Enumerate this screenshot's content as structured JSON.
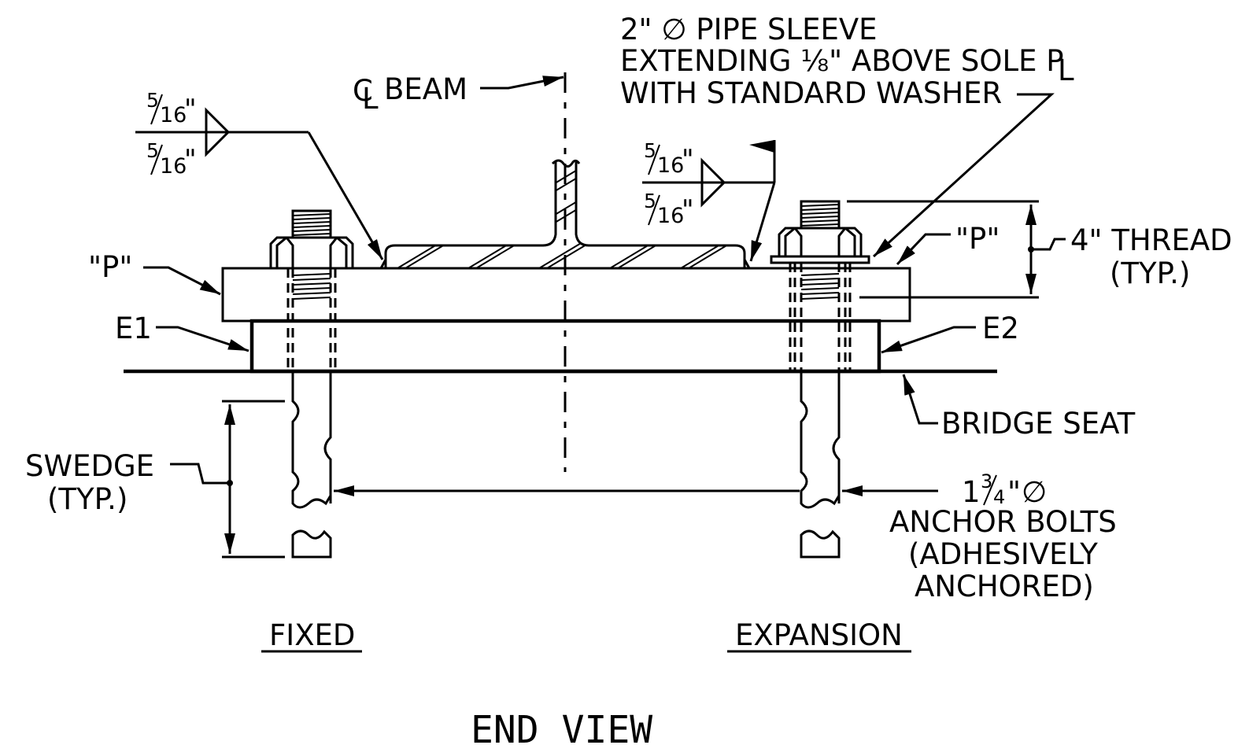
{
  "labels": {
    "pipe_sleeve_1": "2\" ∅ PIPE SLEEVE",
    "pipe_sleeve_2": "EXTENDING ⅛\" ABOVE SOLE P",
    "pipe_sleeve_3": "WITH STANDARD WASHER",
    "centerline_beam": "BEAM",
    "plate_p_left": "\"P\"",
    "plate_p_right": "\"P\"",
    "e1": "E1",
    "e2": "E2",
    "thread_1": "4\" THREAD",
    "thread_2": "(TYP.)",
    "bridge_seat": "BRIDGE SEAT",
    "swedge_1": "SWEDGE",
    "swedge_2": "(TYP.)",
    "anchor_size": "∅",
    "anchor_1": "ANCHOR BOLTS",
    "anchor_2": "(ADHESIVELY",
    "anchor_3": "ANCHORED)",
    "fixed": "FIXED",
    "expansion": "EXPANSION",
    "title": "END VIEW"
  },
  "weld_symbols": {
    "left": {
      "top_num": "5",
      "top_den": "16",
      "bottom_num": "5",
      "bottom_den": "16",
      "unit": "\""
    },
    "right": {
      "top_num": "5",
      "top_den": "16",
      "bottom_num": "5",
      "bottom_den": "16",
      "unit": "\""
    }
  },
  "anchor_fraction": {
    "whole": "1",
    "num": "3",
    "den": "4",
    "unit": "\""
  }
}
